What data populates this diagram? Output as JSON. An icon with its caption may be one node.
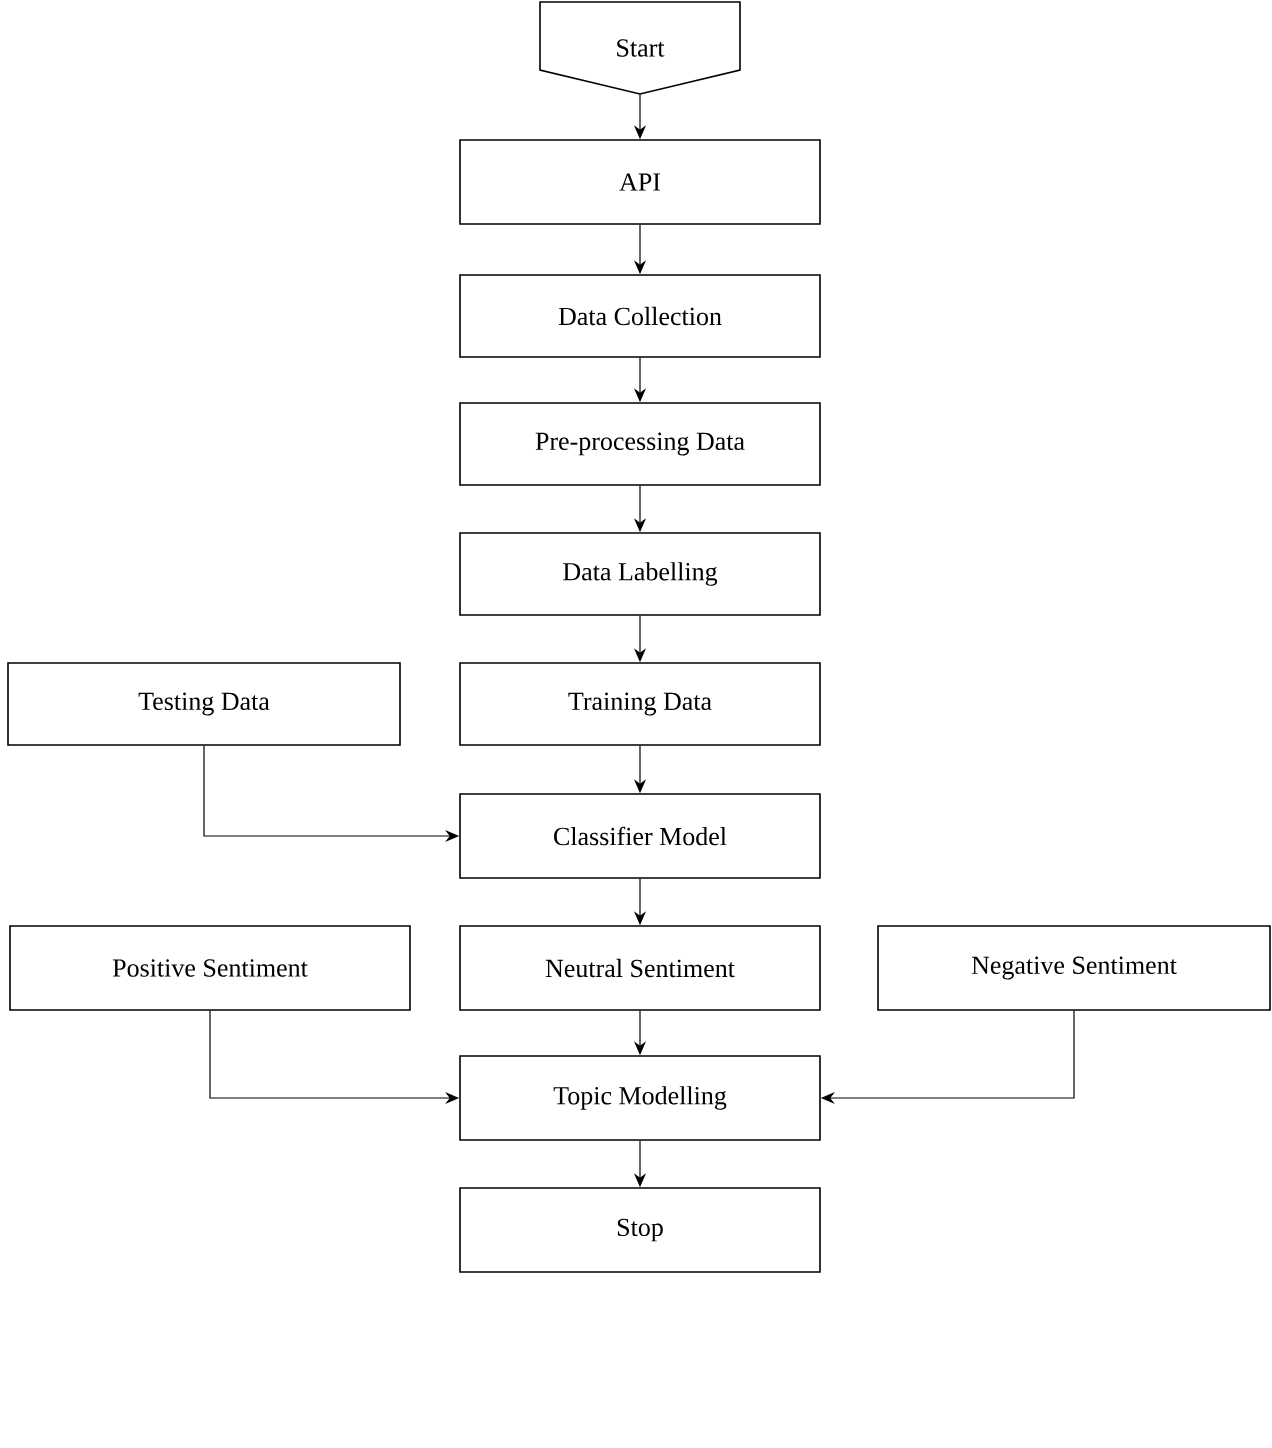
{
  "diagram": {
    "nodes": [
      {
        "text": [
          "Start"
        ]
      },
      {
        "text": [
          "API"
        ]
      },
      {
        "text": [
          "Data Collection"
        ]
      },
      {
        "text": [
          "Pre-processing Data"
        ]
      },
      {
        "text": [
          "Data Labelling"
        ]
      },
      {
        "text": [
          "Testing Data"
        ]
      },
      {
        "text": [
          "Training Data"
        ]
      },
      {
        "text": [
          "Classifier Model"
        ]
      },
      {
        "text": [
          "Positive Sentiment"
        ]
      },
      {
        "text": [
          "Neutral Sentiment"
        ]
      },
      {
        "text": [
          "Negative Sentiment"
        ]
      },
      {
        "text": [
          "Topic Modelling"
        ]
      },
      {
        "text": [
          "Stop"
        ]
      }
    ],
    "edges": [
      {
        "from": 0,
        "to": 1,
        "arrow": "to"
      },
      {
        "from": 1,
        "to": 2,
        "arrow": "to"
      },
      {
        "from": 2,
        "to": 3,
        "arrow": "to"
      },
      {
        "from": 3,
        "to": 4,
        "arrow": "to"
      },
      {
        "from": 4,
        "to": 6,
        "arrow": "to"
      },
      {
        "from": 5,
        "to": 7,
        "arrow": "to"
      },
      {
        "from": 6,
        "to": 7,
        "arrow": "to"
      },
      {
        "from": 7,
        "to": 9,
        "arrow": "to"
      },
      {
        "from": 8,
        "to": 11,
        "arrow": "to"
      },
      {
        "from": 9,
        "to": 11,
        "arrow": "to"
      },
      {
        "from": 10,
        "to": 11,
        "arrow": "to"
      },
      {
        "from": 11,
        "to": 12,
        "arrow": "to"
      }
    ]
  }
}
